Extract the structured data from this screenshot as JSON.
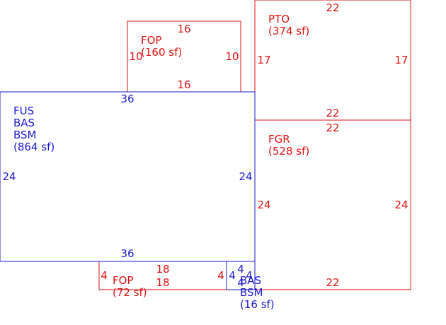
{
  "colors": {
    "living": "#1a1acc",
    "other": "#dd1111"
  },
  "areas": {
    "fus": {
      "lines": [
        "FUS",
        "BAS",
        "BSM",
        "(864 sf)"
      ]
    },
    "fop_top": {
      "lines": [
        "FOP",
        "(160 sf)"
      ]
    },
    "pto": {
      "lines": [
        "PTO",
        "(374 sf)"
      ]
    },
    "fgr": {
      "lines": [
        "FGR",
        "(528 sf)"
      ]
    },
    "fop_bottom": {
      "lines": [
        "FOP",
        "(72 sf)"
      ]
    },
    "bas_small": {
      "lines": [
        "BAS",
        "BSM",
        "(16 sf)"
      ]
    }
  },
  "dimensions": {
    "fus": {
      "top": "36",
      "bottom": "36",
      "left": "24",
      "right": "24"
    },
    "fop_top": {
      "top": "16",
      "bottom": "16",
      "left": "10",
      "right": "10"
    },
    "pto": {
      "top": "22",
      "bottom": "22",
      "left": "17",
      "right": "17"
    },
    "fgr": {
      "top": "22",
      "bottom": "22",
      "left": "24",
      "right": "24"
    },
    "fop_bottom": {
      "top": "18",
      "bottom": "18",
      "left": "4",
      "right": "4"
    },
    "bas_small": {
      "top": "4",
      "bottom": "4",
      "left": "4",
      "right": "4"
    }
  }
}
